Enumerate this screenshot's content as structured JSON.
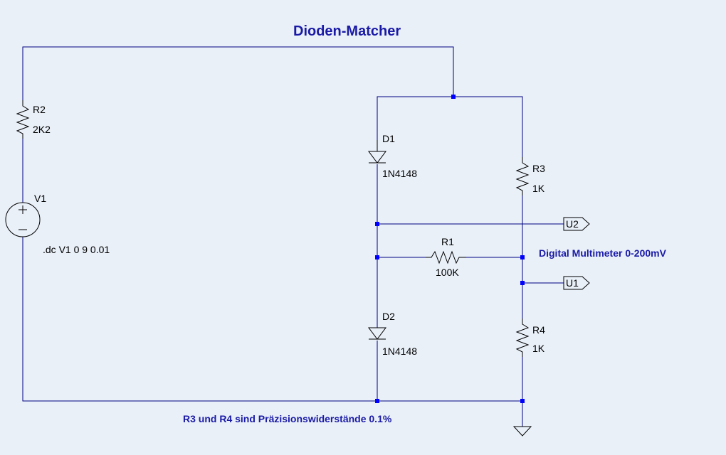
{
  "title": "Dioden-Matcher",
  "components": {
    "r2": {
      "name": "R2",
      "value": "2K2"
    },
    "v1": {
      "name": "V1",
      "directive": ".dc V1 0 9 0.01"
    },
    "d1": {
      "name": "D1",
      "value": "1N4148"
    },
    "d2": {
      "name": "D2",
      "value": "1N4148"
    },
    "r3": {
      "name": "R3",
      "value": "1K"
    },
    "r1": {
      "name": "R1",
      "value": "100K"
    },
    "r4": {
      "name": "R4",
      "value": "1K"
    },
    "u1": {
      "name": "U1"
    },
    "u2": {
      "name": "U2"
    }
  },
  "notes": {
    "meter": "Digital Multimeter 0-200mV",
    "precision": "R3 und R4 sind Präzisionswiderstände 0.1%"
  },
  "colors": {
    "background": "#e9f0f8",
    "wire": "#000080",
    "junction": "#0000ff",
    "text_blue": "#1a1aa6"
  }
}
